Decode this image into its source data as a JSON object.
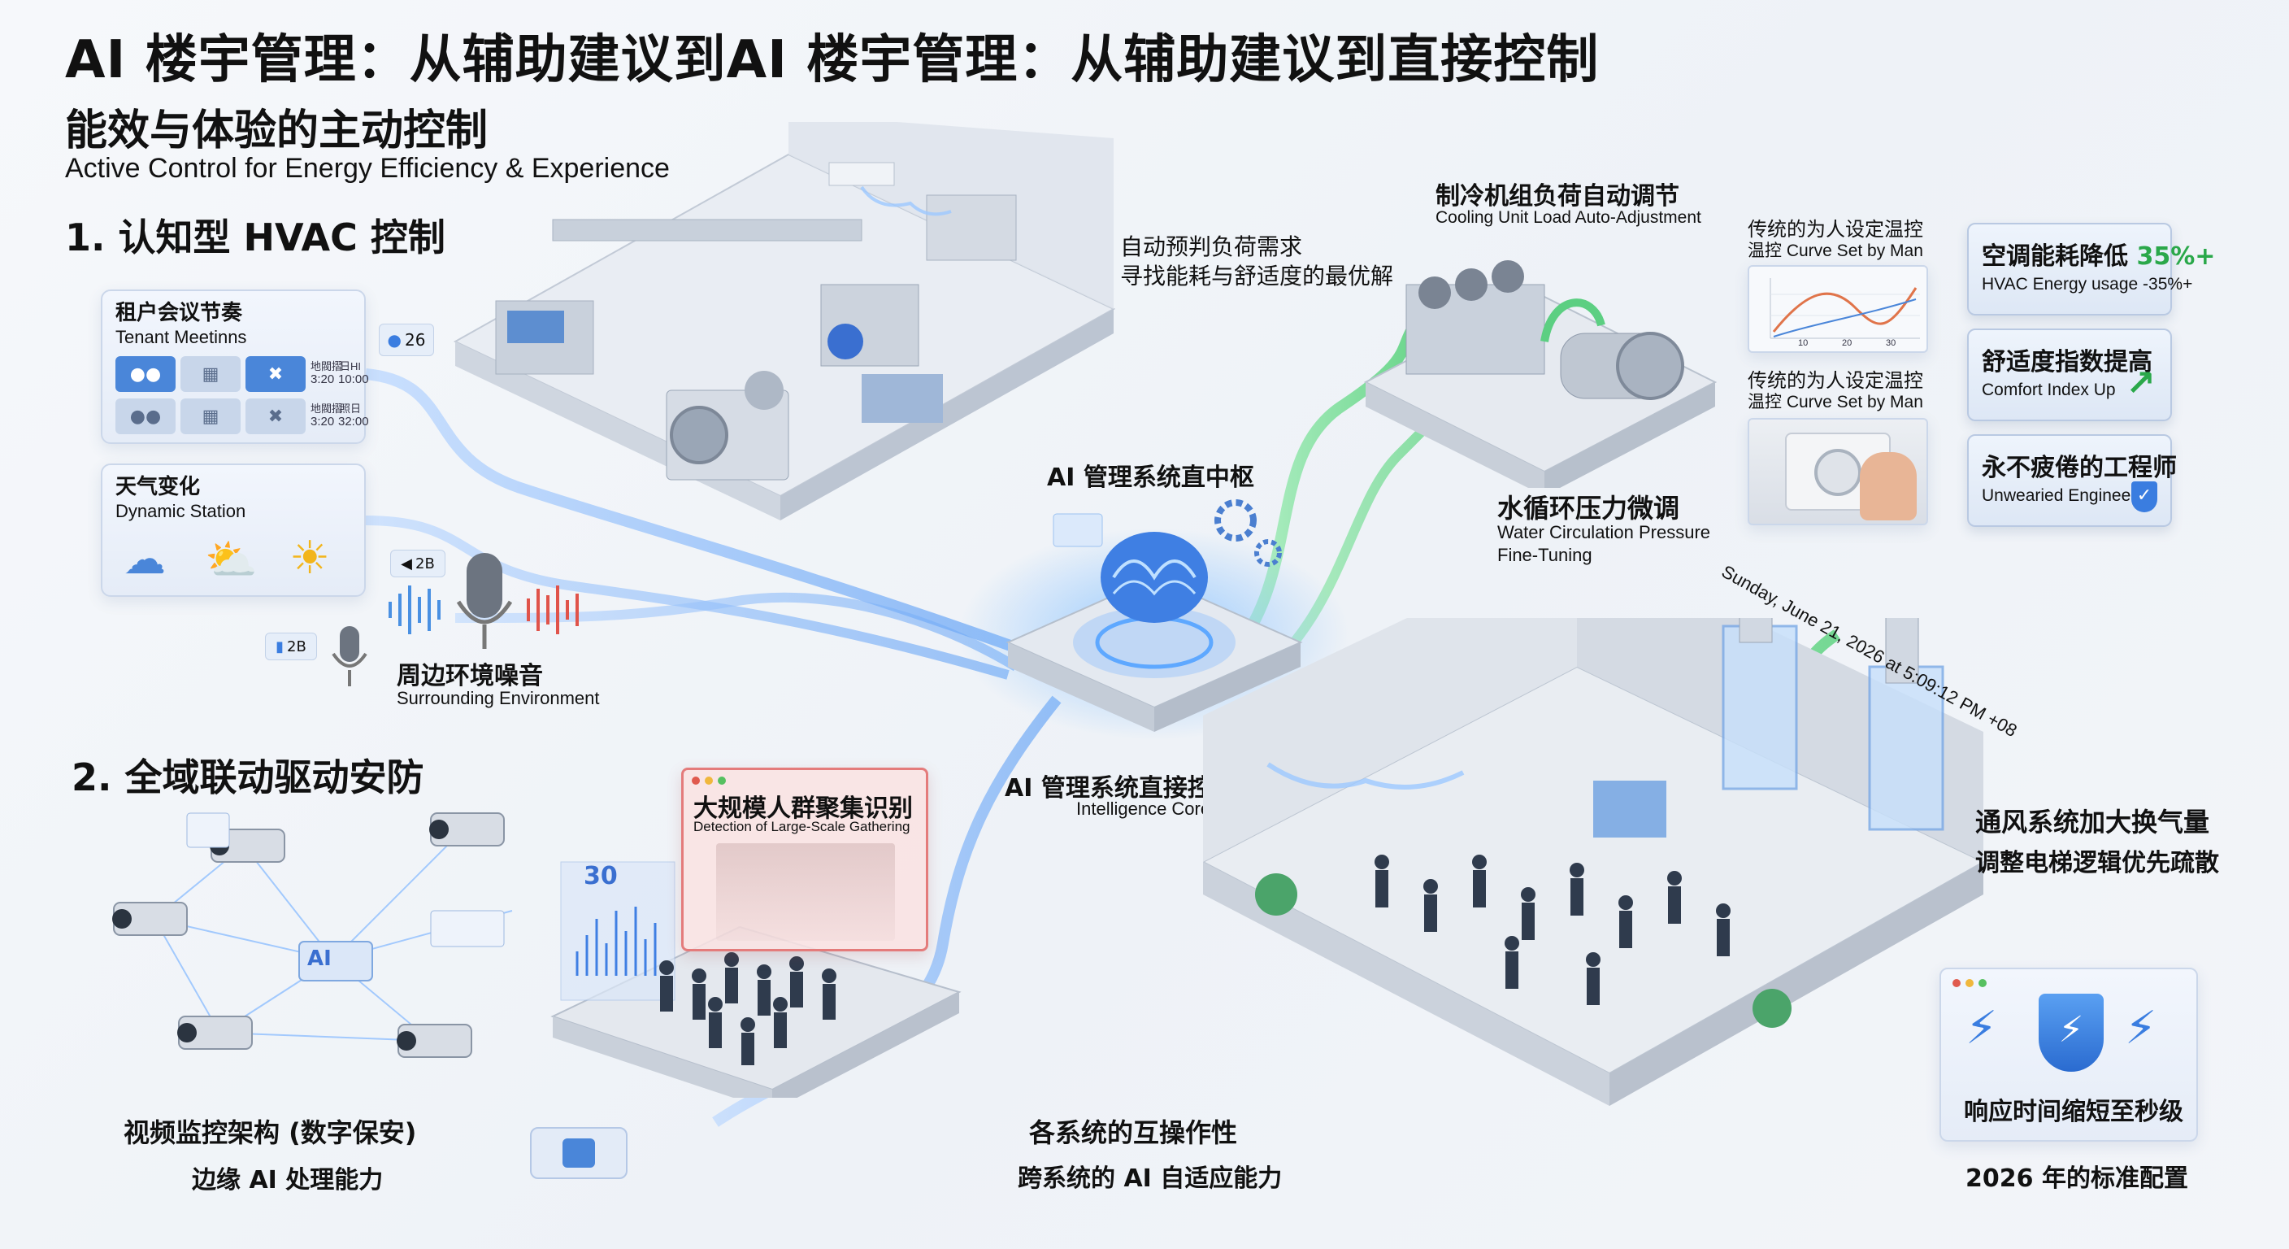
{
  "header": {
    "title": "AI 楼宇管理：从辅助建议到AI 楼宇管理：从辅助建议到直接控制",
    "subtitle_zh": "能效与体验的主动控制",
    "subtitle_en": "Active Control for Energy Efficiency & Experience"
  },
  "section1": {
    "title": "1. 认知型 HVAC 控制",
    "tenant": {
      "zh": "租户会议节奏",
      "en": "Tenant Meetinns",
      "times": [
        "3:20",
        "10:00",
        "3:20",
        "32:00"
      ],
      "headers": [
        "地閥摺",
        "日HI",
        "地閥摺",
        "照日"
      ],
      "badge": "26"
    },
    "weather": {
      "zh": "天气变化",
      "en": "Dynamic Station"
    },
    "noise": {
      "zh": "周边环境噪音",
      "en": "Surrounding Environment",
      "badge1": "2B",
      "badge2": "2B"
    }
  },
  "section2": {
    "title": "2. 全域联动驱动安防",
    "gathering": {
      "zh": "大规模人群聚集识别",
      "en": "Detection of Large-Scale Gathering"
    },
    "video": {
      "zh": "视频监控架构 (数字保安)",
      "sub": "边缘 AI 处理能力"
    },
    "ai_chip": "AI",
    "count_label": "30"
  },
  "hub": {
    "top_label": "AI 管理系统直中枢",
    "zh": "AI 管理系统直接控制中枢",
    "en": "Intelligence Core",
    "predict_line1": "自动预判负荷需求",
    "predict_line2": "寻找能耗与舒适度的最优解"
  },
  "cooling": {
    "zh": "制冷机组负荷自动调节",
    "en": "Cooling Unit Load Auto-Adjustment"
  },
  "water": {
    "zh": "水循环压力微调",
    "en1": "Water Circulation Pressure",
    "en2": "Fine-Tuning"
  },
  "traditional": {
    "zh": "传统的为人设定温控",
    "sub": "温控 Curve Set by Man",
    "axis": [
      "10",
      "20",
      "30"
    ]
  },
  "kpis": [
    {
      "t_zh": "空调能耗降低 ",
      "t_num": "35%+",
      "s": "HVAC Energy usage -35%+"
    },
    {
      "t_zh": "舒适度指数提高",
      "t_num": "",
      "s": "Comfort Index Up"
    },
    {
      "t_zh": "永不疲倦的工程师",
      "t_num": "",
      "s": "Unwearied Engineer"
    }
  ],
  "building": {
    "timestamp": "Sunday, June 21, 2026 at 5:09:12 PM +08",
    "vent_line1": "通风系统加大换气量",
    "vent_line2": "调整电梯逻辑优先疏散",
    "response": "响应时间缩短至秒级",
    "standard": "2026 年的标准配置"
  },
  "interop": {
    "line1": "各系统的互操作性",
    "line2": "跨系统的 AI 自适应能力"
  },
  "colors": {
    "accent": "#3a7de0",
    "green": "#2aa84a",
    "line_blue": "#7fb6ff",
    "line_green": "#7fe29a"
  }
}
